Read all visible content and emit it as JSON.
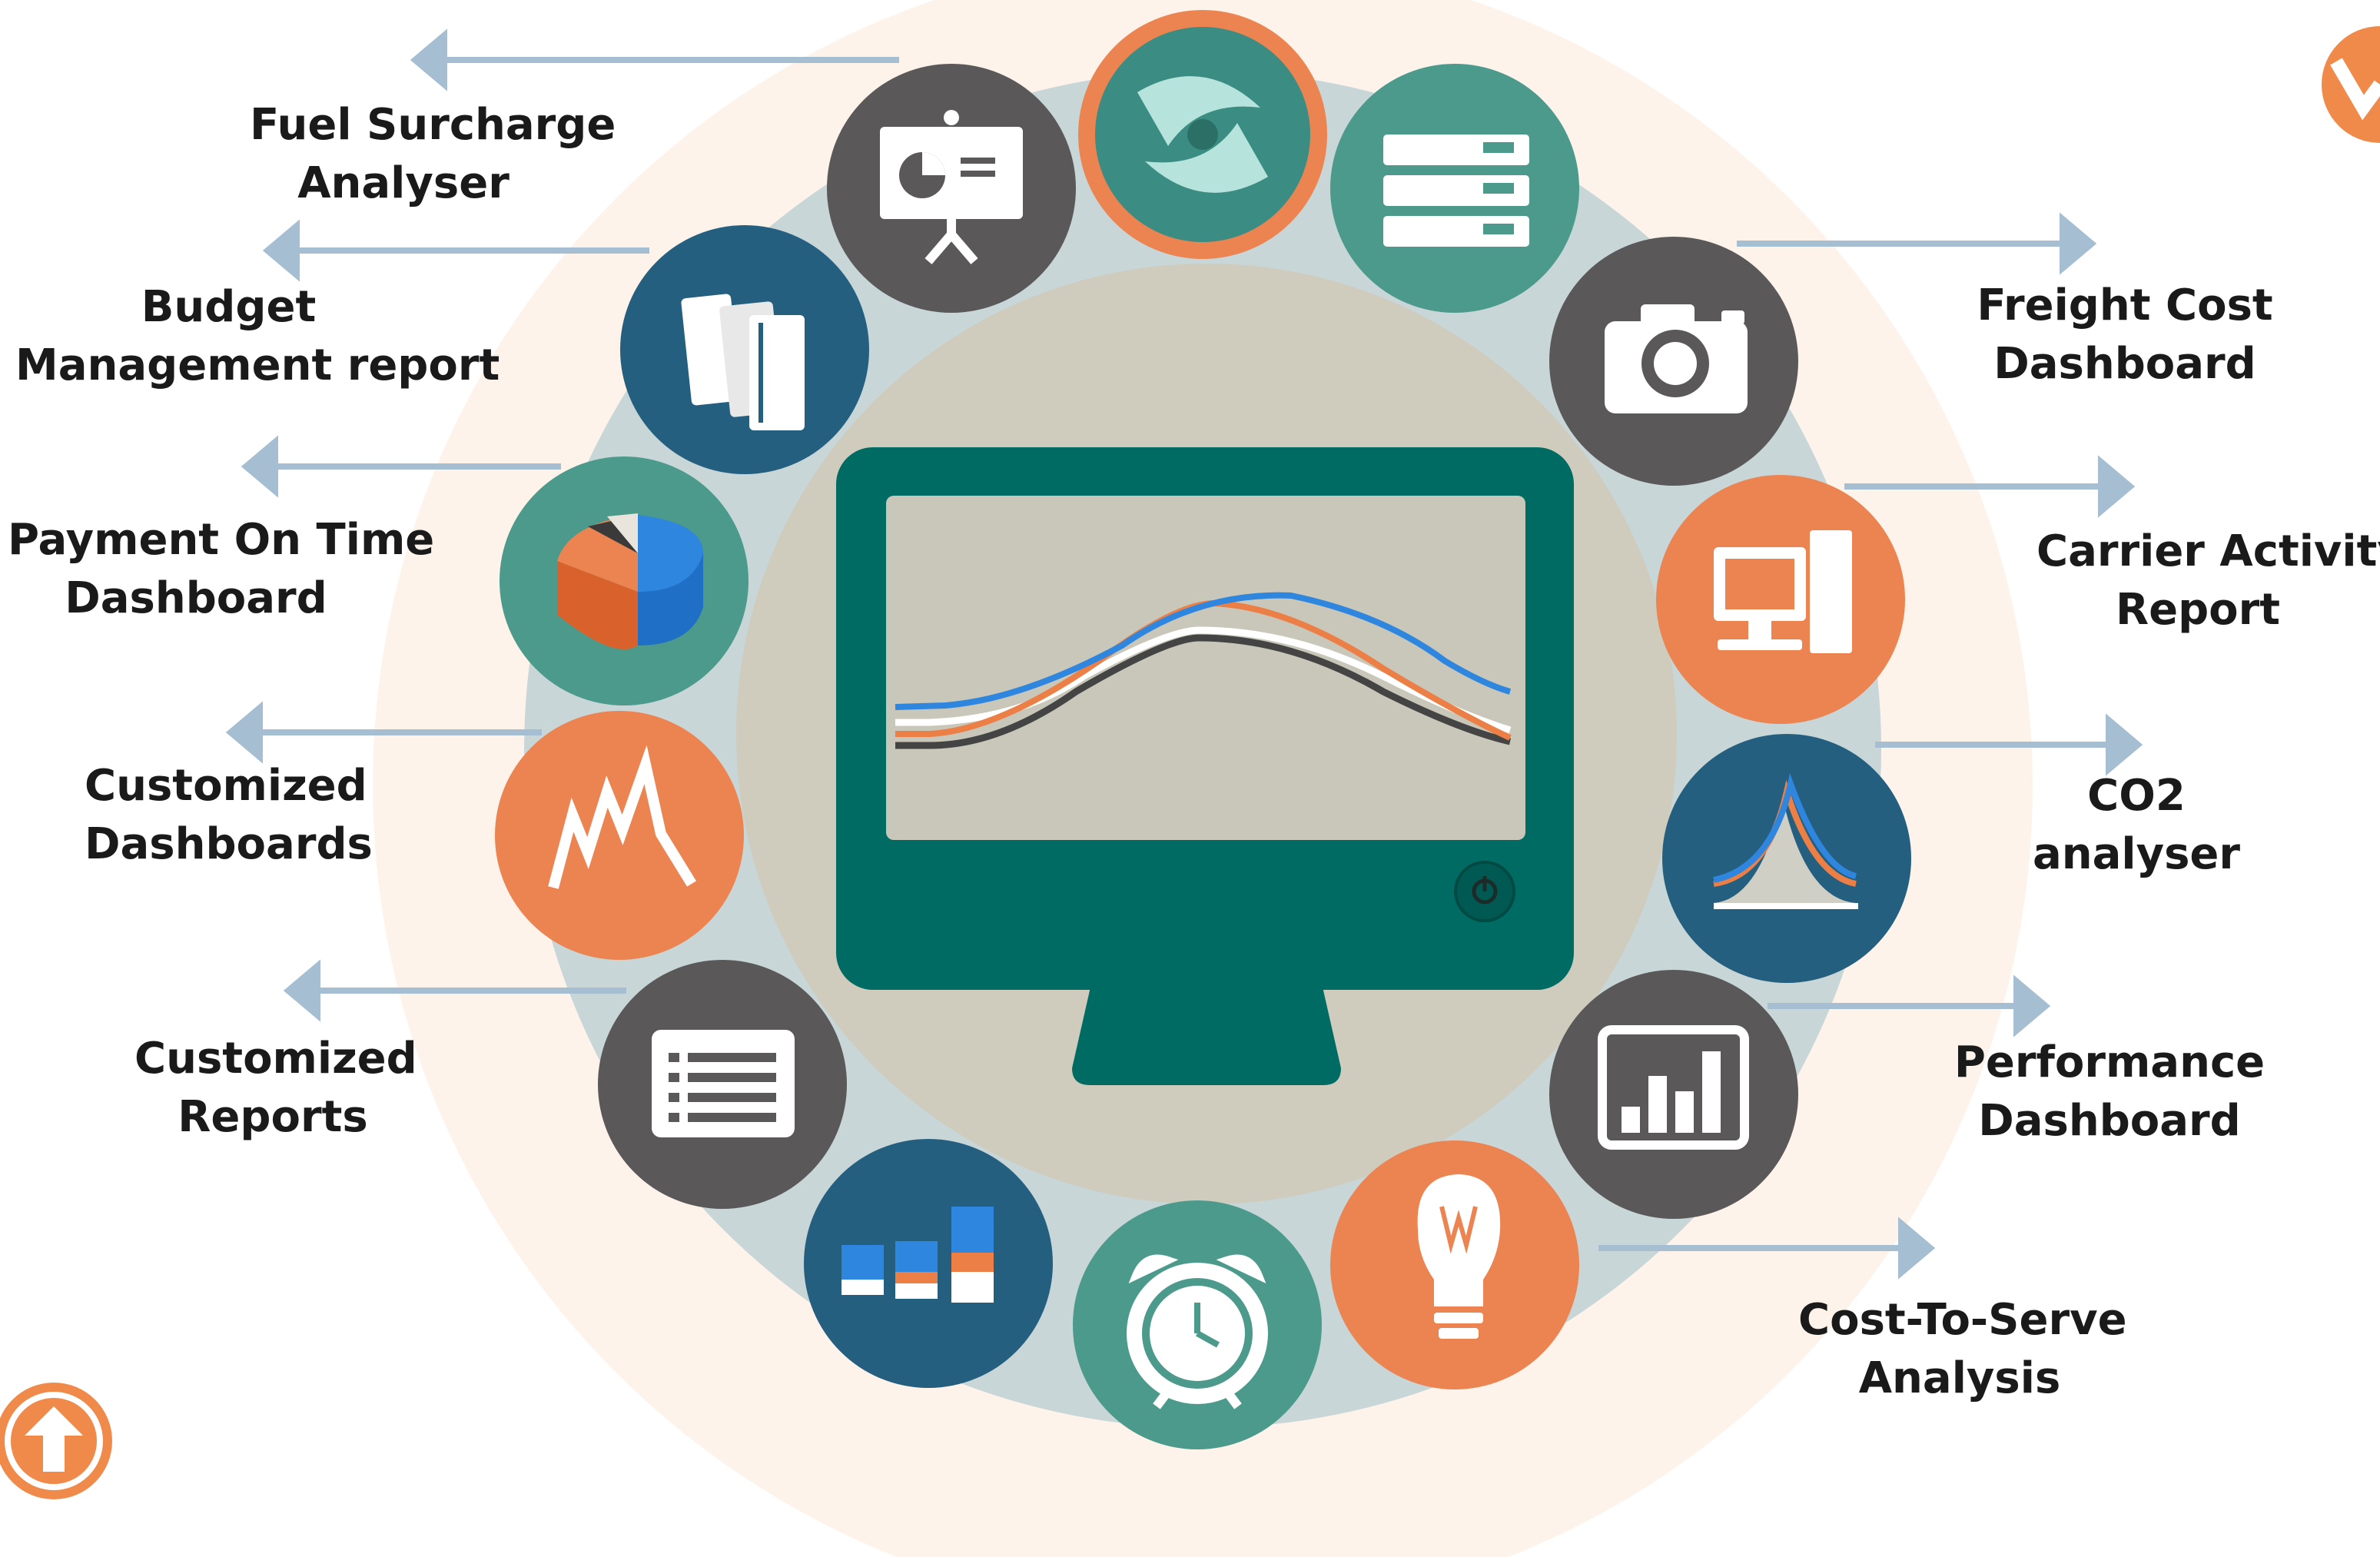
{
  "colors": {
    "outer_ring": "#fdf3ea",
    "middle_ring": "#c8d6d8",
    "inner_disc": "#cfcbbd",
    "teal": "#4c9a8c",
    "gray": "#5a5858",
    "navy": "#255f80",
    "orange": "#ec8452",
    "monitor": "#006b63",
    "screen": "#c9c7b9",
    "arrow": "#a6bed2",
    "accent_orange": "#f08a4b"
  },
  "labels": {
    "fuel_surcharge": [
      "Fuel Surcharge",
      "Analyser"
    ],
    "budget": [
      "Budget",
      "Management report"
    ],
    "payment": [
      "Payment On Time",
      "Dashboard"
    ],
    "custom_dash": [
      "Customized",
      "Dashboards"
    ],
    "custom_reports": [
      "Customized",
      "Reports"
    ],
    "freight": [
      "Freight Cost",
      "Dashboard"
    ],
    "carrier": [
      "Carrier Activity",
      "Report"
    ],
    "co2": [
      "CO2",
      "analyser"
    ],
    "performance": [
      "Performance",
      "Dashboard"
    ],
    "cost_to_serve": [
      "Cost-To-Serve",
      "Analysis"
    ]
  },
  "icons": [
    {
      "name": "presentation-icon",
      "color": "gray"
    },
    {
      "name": "logo-icon",
      "color": "teal"
    },
    {
      "name": "server-icon",
      "color": "teal"
    },
    {
      "name": "camera-icon",
      "color": "gray"
    },
    {
      "name": "desktop-computer-icon",
      "color": "orange"
    },
    {
      "name": "area-chart-icon",
      "color": "navy"
    },
    {
      "name": "bar-chart-icon",
      "color": "gray"
    },
    {
      "name": "lightbulb-icon",
      "color": "orange"
    },
    {
      "name": "alarm-clock-icon",
      "color": "teal"
    },
    {
      "name": "stacked-blocks-icon",
      "color": "navy"
    },
    {
      "name": "list-report-icon",
      "color": "gray"
    },
    {
      "name": "line-chart-icon",
      "color": "orange"
    },
    {
      "name": "pie-chart-3d-icon",
      "color": "teal"
    },
    {
      "name": "books-icon",
      "color": "navy"
    }
  ],
  "nav": [
    {
      "name": "scroll-up-icon"
    },
    {
      "name": "scroll-down-icon"
    }
  ]
}
